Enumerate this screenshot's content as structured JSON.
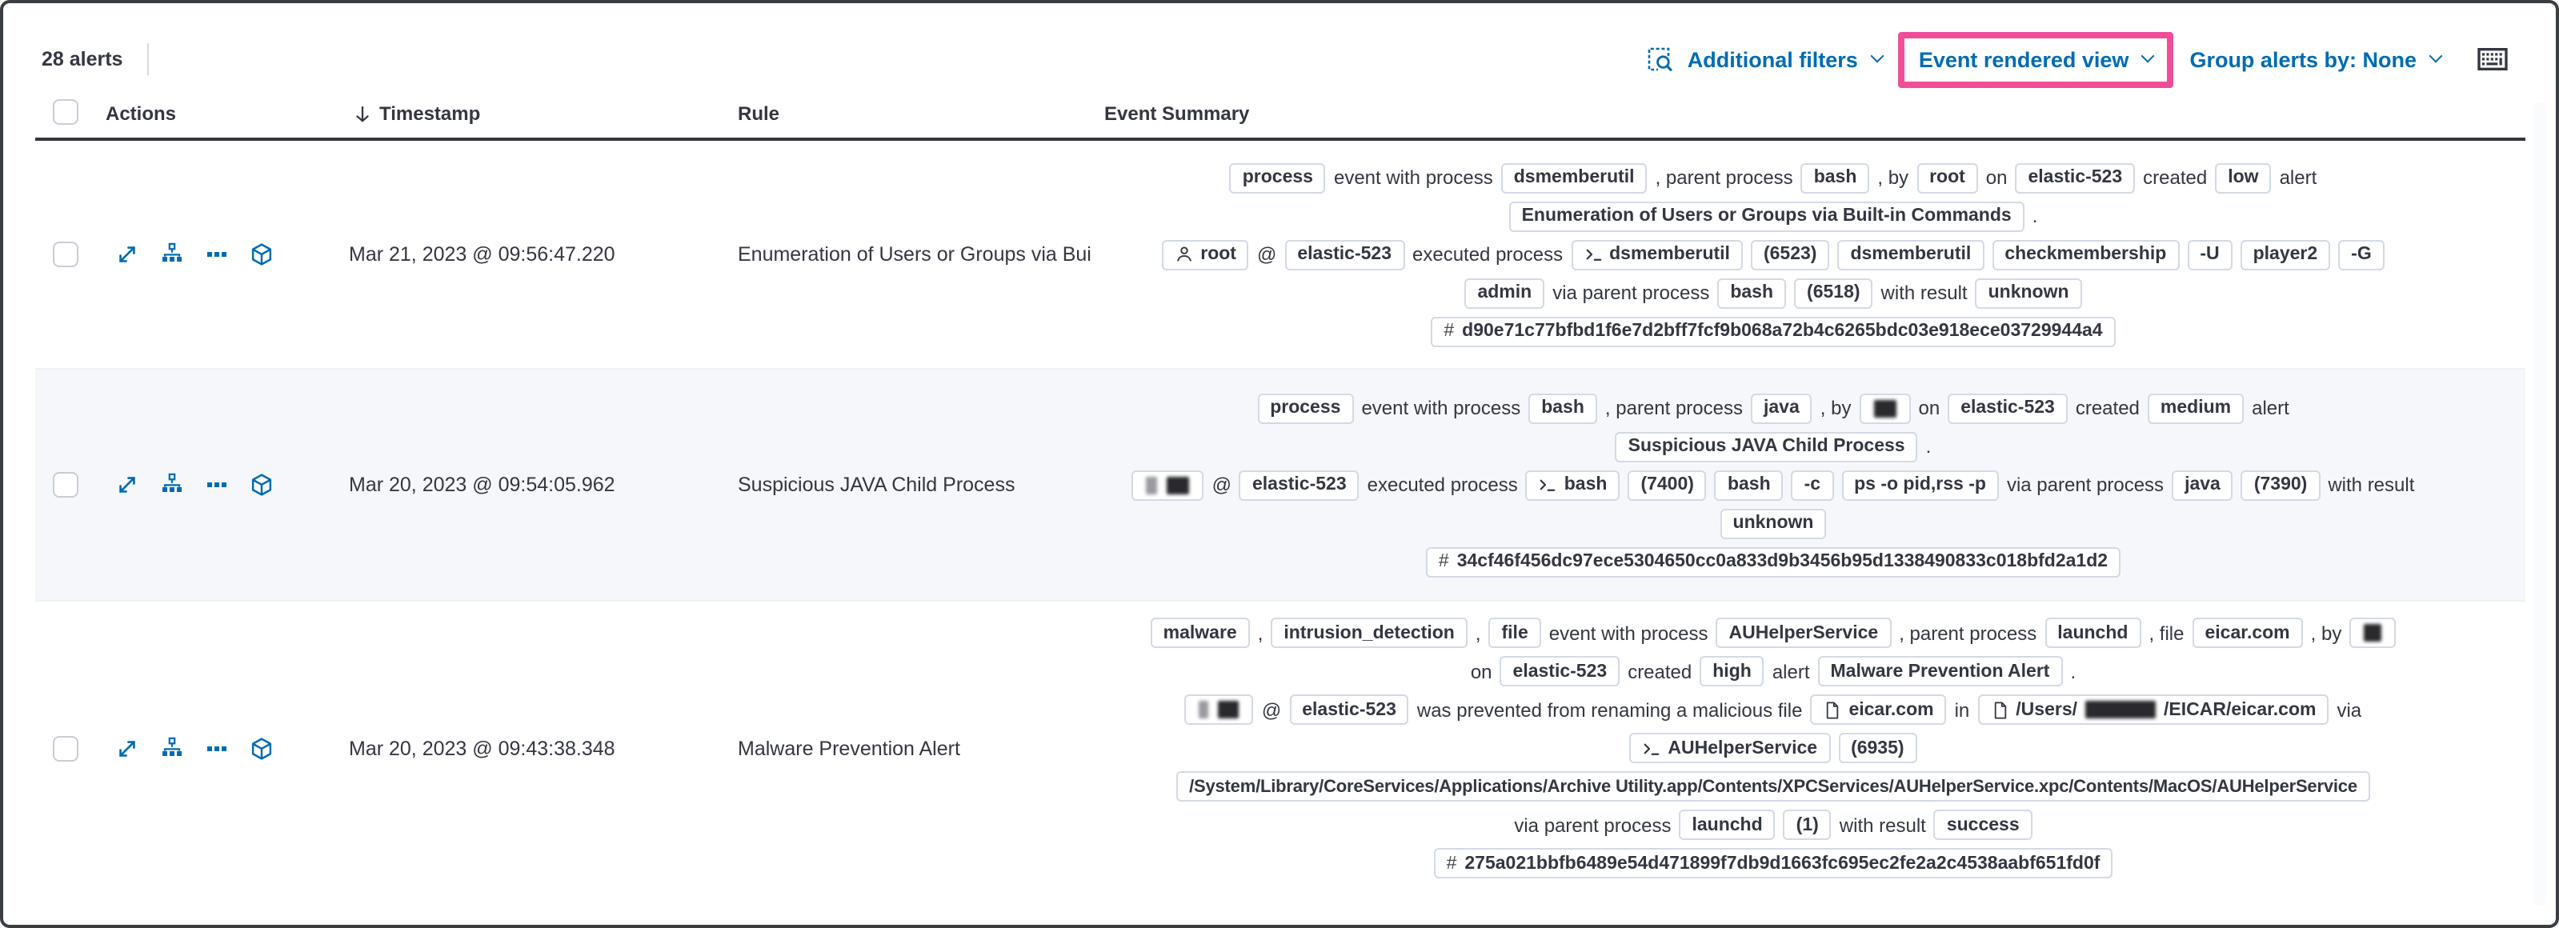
{
  "colors": {
    "accent_blue": "#006BB4",
    "text": "#343741",
    "badge_border": "#D3DAE6",
    "row_stripe": "#F5F7FA",
    "highlight_pink": "#F04E98"
  },
  "toolbar": {
    "alerts_count": "28 alerts",
    "additional_filters_label": "Additional filters",
    "view_selector_label": "Event rendered view",
    "group_by_label": "Group alerts by: None"
  },
  "table": {
    "columns": [
      "Actions",
      "Timestamp",
      "Rule",
      "Event Summary"
    ],
    "rows": [
      {
        "timestamp": "Mar 21, 2023 @ 09:56:47.220",
        "rule": "Enumeration of Users or Groups via Bui",
        "striped": false,
        "summary_lines": [
          [
            {
              "t": "badge",
              "v": "process"
            },
            {
              "t": "text",
              "v": "event with process"
            },
            {
              "t": "badge",
              "v": "dsmemberutil"
            },
            {
              "t": "text",
              "v": ", parent process"
            },
            {
              "t": "badge",
              "v": "bash"
            },
            {
              "t": "text",
              "v": ", by"
            },
            {
              "t": "badge",
              "v": "root"
            },
            {
              "t": "text",
              "v": "on"
            },
            {
              "t": "badge",
              "v": "elastic-523"
            },
            {
              "t": "text",
              "v": "created"
            },
            {
              "t": "badge",
              "v": "low"
            },
            {
              "t": "text",
              "v": "alert"
            }
          ],
          [
            {
              "t": "badge",
              "v": "Enumeration of Users or Groups via Built-in Commands"
            },
            {
              "t": "text",
              "v": "."
            }
          ],
          [
            {
              "t": "badge",
              "v": "root",
              "icon": "user"
            },
            {
              "t": "text",
              "v": "@"
            },
            {
              "t": "badge",
              "v": "elastic-523"
            },
            {
              "t": "text",
              "v": "executed process"
            },
            {
              "t": "badge",
              "v": "dsmemberutil",
              "icon": "console"
            },
            {
              "t": "badge",
              "v": "(6523)"
            },
            {
              "t": "badge",
              "v": "dsmemberutil"
            },
            {
              "t": "badge",
              "v": "checkmembership"
            },
            {
              "t": "badge",
              "v": "-U"
            },
            {
              "t": "badge",
              "v": "player2"
            },
            {
              "t": "badge",
              "v": "-G"
            }
          ],
          [
            {
              "t": "badge",
              "v": "admin"
            },
            {
              "t": "text",
              "v": "via parent process"
            },
            {
              "t": "badge",
              "v": "bash"
            },
            {
              "t": "badge",
              "v": "(6518)"
            },
            {
              "t": "text",
              "v": "with result"
            },
            {
              "t": "badge",
              "v": "unknown"
            }
          ],
          [
            {
              "t": "badge",
              "v": "d90e71c77bfbd1f6e7d2bff7fcf9b068a72b4c6265bdc03e918ece03729944a4",
              "icon": "hash"
            }
          ]
        ]
      },
      {
        "timestamp": "Mar 20, 2023 @ 09:54:05.962",
        "rule": "Suspicious JAVA Child Process",
        "striped": true,
        "summary_lines": [
          [
            {
              "t": "badge",
              "v": "process"
            },
            {
              "t": "text",
              "v": "event with process"
            },
            {
              "t": "badge",
              "v": "bash"
            },
            {
              "t": "text",
              "v": ", parent process"
            },
            {
              "t": "badge",
              "v": "java"
            },
            {
              "t": "text",
              "v": ", by"
            },
            {
              "t": "badge",
              "redact": [
                14
              ]
            },
            {
              "t": "text",
              "v": "on"
            },
            {
              "t": "badge",
              "v": "elastic-523"
            },
            {
              "t": "text",
              "v": "created"
            },
            {
              "t": "badge",
              "v": "medium"
            },
            {
              "t": "text",
              "v": "alert"
            }
          ],
          [
            {
              "t": "badge",
              "v": "Suspicious JAVA Child Process"
            },
            {
              "t": "text",
              "v": "."
            }
          ],
          [
            {
              "t": "badge",
              "redact": [
                7,
                14
              ]
            },
            {
              "t": "text",
              "v": "@"
            },
            {
              "t": "badge",
              "v": "elastic-523"
            },
            {
              "t": "text",
              "v": "executed process"
            },
            {
              "t": "badge",
              "v": "bash",
              "icon": "console"
            },
            {
              "t": "badge",
              "v": "(7400)"
            },
            {
              "t": "badge",
              "v": "bash"
            },
            {
              "t": "badge",
              "v": "-c"
            },
            {
              "t": "badge",
              "v": "ps -o pid,rss -p"
            },
            {
              "t": "text",
              "v": "via parent process"
            },
            {
              "t": "badge",
              "v": "java"
            },
            {
              "t": "badge",
              "v": "(7390)"
            },
            {
              "t": "text",
              "v": "with result"
            }
          ],
          [
            {
              "t": "badge",
              "v": "unknown"
            }
          ],
          [
            {
              "t": "badge",
              "v": "34cf46f456dc97ece5304650cc0a833d9b3456b95d1338490833c018bfd2a1d2",
              "icon": "hash"
            }
          ]
        ]
      },
      {
        "timestamp": "Mar 20, 2023 @ 09:43:38.348",
        "rule": "Malware Prevention Alert",
        "striped": false,
        "summary_lines": [
          [
            {
              "t": "badge",
              "v": "malware"
            },
            {
              "t": "text",
              "v": ","
            },
            {
              "t": "badge",
              "v": "intrusion_detection"
            },
            {
              "t": "text",
              "v": ","
            },
            {
              "t": "badge",
              "v": "file"
            },
            {
              "t": "text",
              "v": "event with process"
            },
            {
              "t": "badge",
              "v": "AUHelperService"
            },
            {
              "t": "text",
              "v": ", parent process"
            },
            {
              "t": "badge",
              "v": "launchd"
            },
            {
              "t": "text",
              "v": ", file"
            },
            {
              "t": "badge",
              "v": "eicar.com"
            },
            {
              "t": "text",
              "v": ", by"
            },
            {
              "t": "badge",
              "redact": [
                11
              ]
            }
          ],
          [
            {
              "t": "text",
              "v": "on"
            },
            {
              "t": "badge",
              "v": "elastic-523"
            },
            {
              "t": "text",
              "v": "created"
            },
            {
              "t": "badge",
              "v": "high"
            },
            {
              "t": "text",
              "v": "alert"
            },
            {
              "t": "badge",
              "v": "Malware Prevention Alert"
            },
            {
              "t": "text",
              "v": "."
            }
          ],
          [
            {
              "t": "badge",
              "redact": [
                6,
                13
              ]
            },
            {
              "t": "text",
              "v": "@"
            },
            {
              "t": "badge",
              "v": "elastic-523"
            },
            {
              "t": "text",
              "v": "was prevented from renaming a malicious file"
            },
            {
              "t": "badge",
              "v": "eicar.com",
              "icon": "document"
            },
            {
              "t": "text",
              "v": "in"
            },
            {
              "t": "badge",
              "icon": "document",
              "parts": [
                {
                  "v": "/Users/"
                },
                {
                  "redact": 44
                },
                {
                  "v": "/EICAR/eicar.com"
                }
              ]
            },
            {
              "t": "text",
              "v": "via"
            }
          ],
          [
            {
              "t": "badge",
              "v": "AUHelperService",
              "icon": "console"
            },
            {
              "t": "badge",
              "v": "(6935)"
            }
          ],
          [
            {
              "t": "badge",
              "v": "/System/Library/CoreServices/Applications/Archive Utility.app/Contents/XPCServices/AUHelperService.xpc/Contents/MacOS/AUHelperService"
            }
          ],
          [
            {
              "t": "text",
              "v": "via parent process"
            },
            {
              "t": "badge",
              "v": "launchd"
            },
            {
              "t": "badge",
              "v": "(1)"
            },
            {
              "t": "text",
              "v": "with result"
            },
            {
              "t": "badge",
              "v": "success"
            }
          ],
          [
            {
              "t": "badge",
              "v": "275a021bbfb6489e54d471899f7db9d1663fc695ec2fe2a2c4538aabf651fd0f",
              "icon": "hash"
            }
          ]
        ]
      }
    ]
  }
}
